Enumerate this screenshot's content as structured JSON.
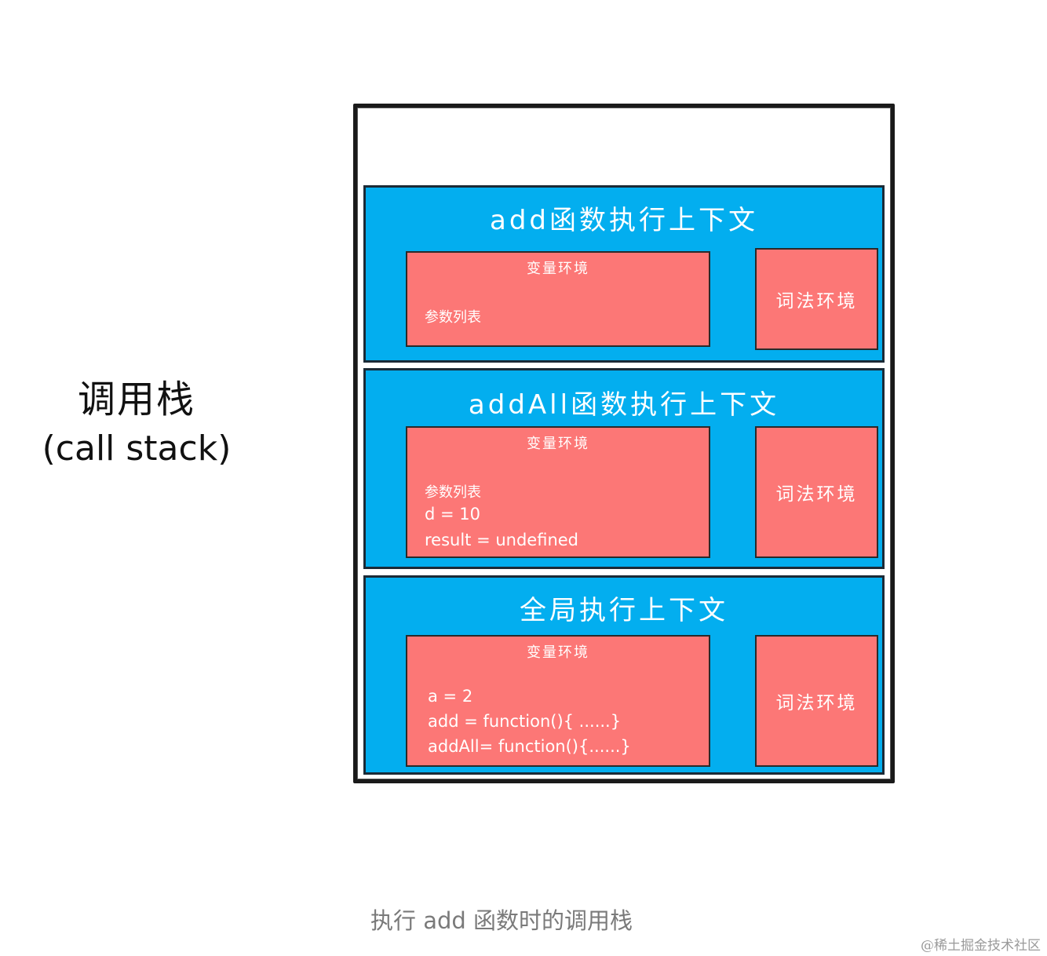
{
  "side_label": {
    "title_zh": "调用栈",
    "title_en": "(call stack)"
  },
  "call_stack": {
    "frames": [
      {
        "title": "add函数执行上下文",
        "variable_env": {
          "title": "变量环境",
          "lines": [
            "参数列表"
          ]
        },
        "lexical_env": {
          "title": "词法环境"
        }
      },
      {
        "title": "addAll函数执行上下文",
        "variable_env": {
          "title": "变量环境",
          "lines": [
            "参数列表",
            "d = 10",
            "result = undefined"
          ]
        },
        "lexical_env": {
          "title": "词法环境"
        }
      },
      {
        "title": "全局执行上下文",
        "variable_env": {
          "title": "变量环境",
          "lines": [
            "a = 2",
            "add = function(){ ......}",
            "addAll= function(){......}"
          ]
        },
        "lexical_env": {
          "title": "词法环境"
        }
      }
    ]
  },
  "caption": "执行 add 函数时的调用栈",
  "watermark": "@稀土掘金技术社区",
  "colors": {
    "frame_fill": "#03aeef",
    "env_fill": "#fc7776",
    "border": "#1a1a1a",
    "caption": "#7a7a7a"
  }
}
